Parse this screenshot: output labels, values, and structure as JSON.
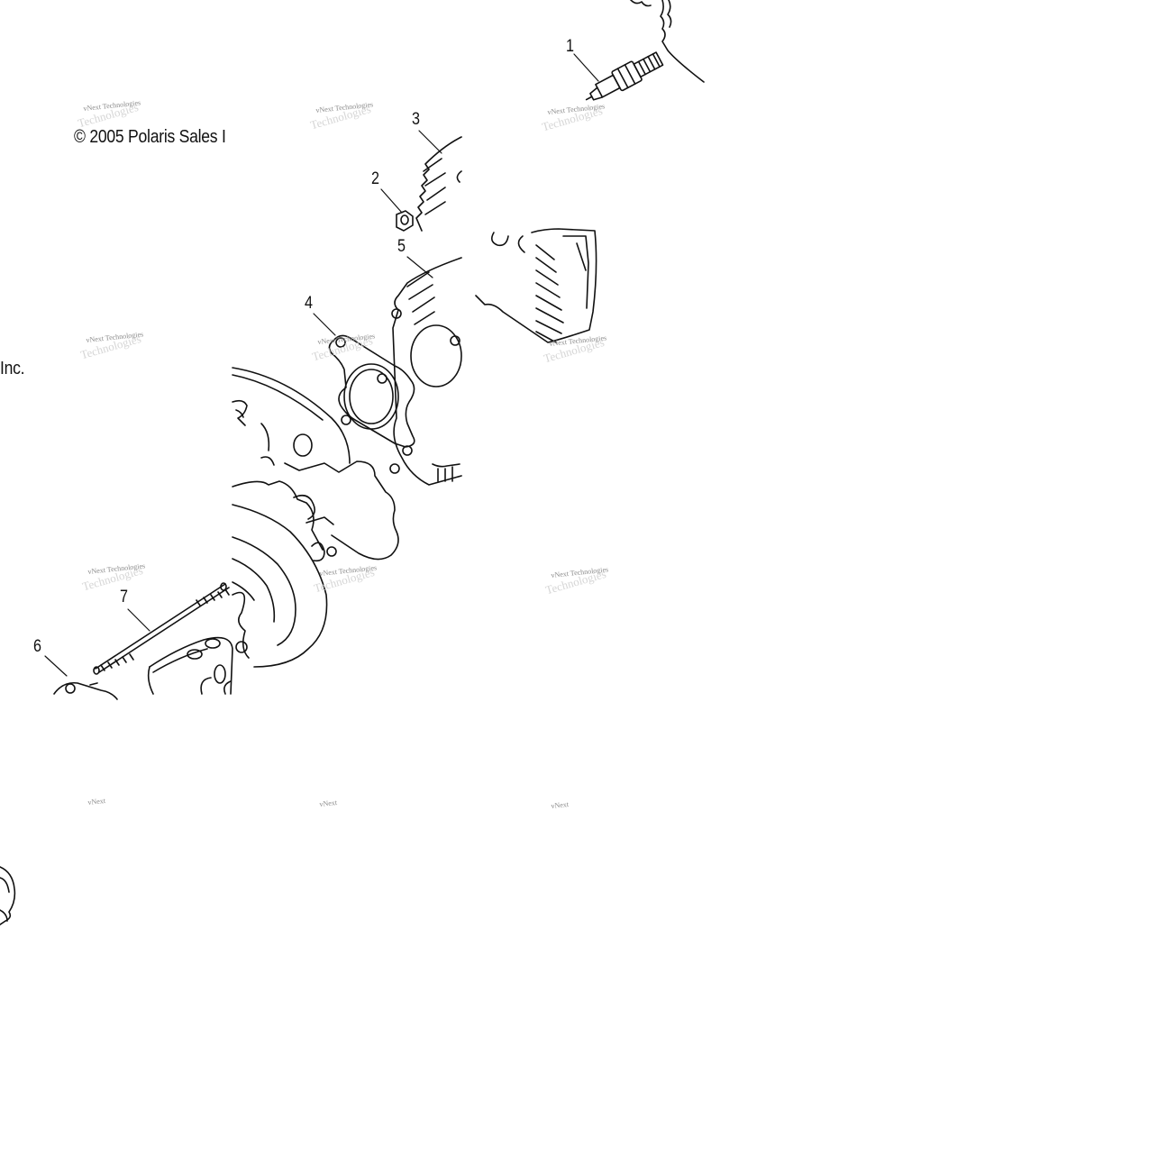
{
  "copyright": {
    "main": "© 2005 Polaris Sales I",
    "tail": "Inc."
  },
  "callouts": [
    "1",
    "2",
    "3",
    "4",
    "5",
    "6",
    "7"
  ],
  "watermarks": {
    "full": "vNext Technologies",
    "short": "vNext",
    "ghost": "Technologies"
  },
  "colors": {
    "ink": "#111111",
    "watermark": "#8a8a8a",
    "background": "#ffffff"
  }
}
